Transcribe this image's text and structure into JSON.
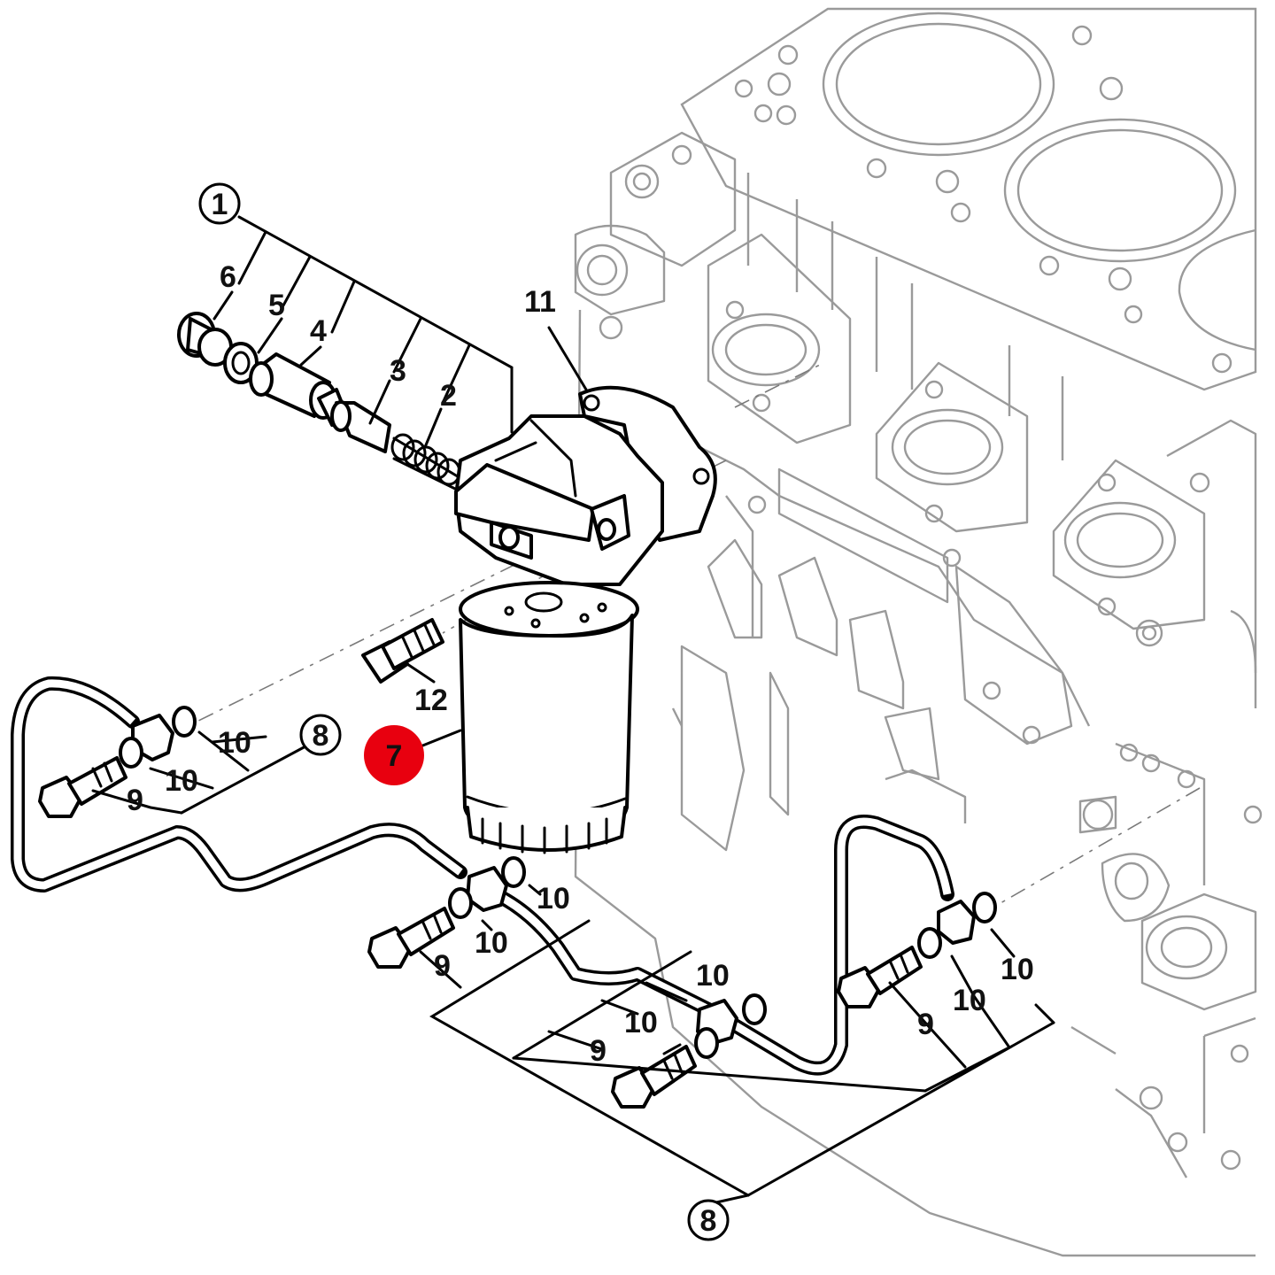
{
  "callouts": {
    "c1": "1",
    "c2": "2",
    "c3": "3",
    "c4": "4",
    "c5": "5",
    "c6": "6",
    "c7": "7",
    "c8_top": "8",
    "c8_bottom": "8",
    "c9_a": "9",
    "c9_b": "9",
    "c9_c": "9",
    "c9_d": "9",
    "c10_a": "10",
    "c10_b": "10",
    "c10_c": "10",
    "c10_d": "10",
    "c10_e": "10",
    "c10_f": "10",
    "c10_g": "10",
    "c10_h": "10",
    "c11": "11",
    "c12": "12"
  },
  "colors": {
    "highlight": "#e8000f",
    "engine_outline": "#9a9a9a",
    "part_outline": "#000000"
  }
}
